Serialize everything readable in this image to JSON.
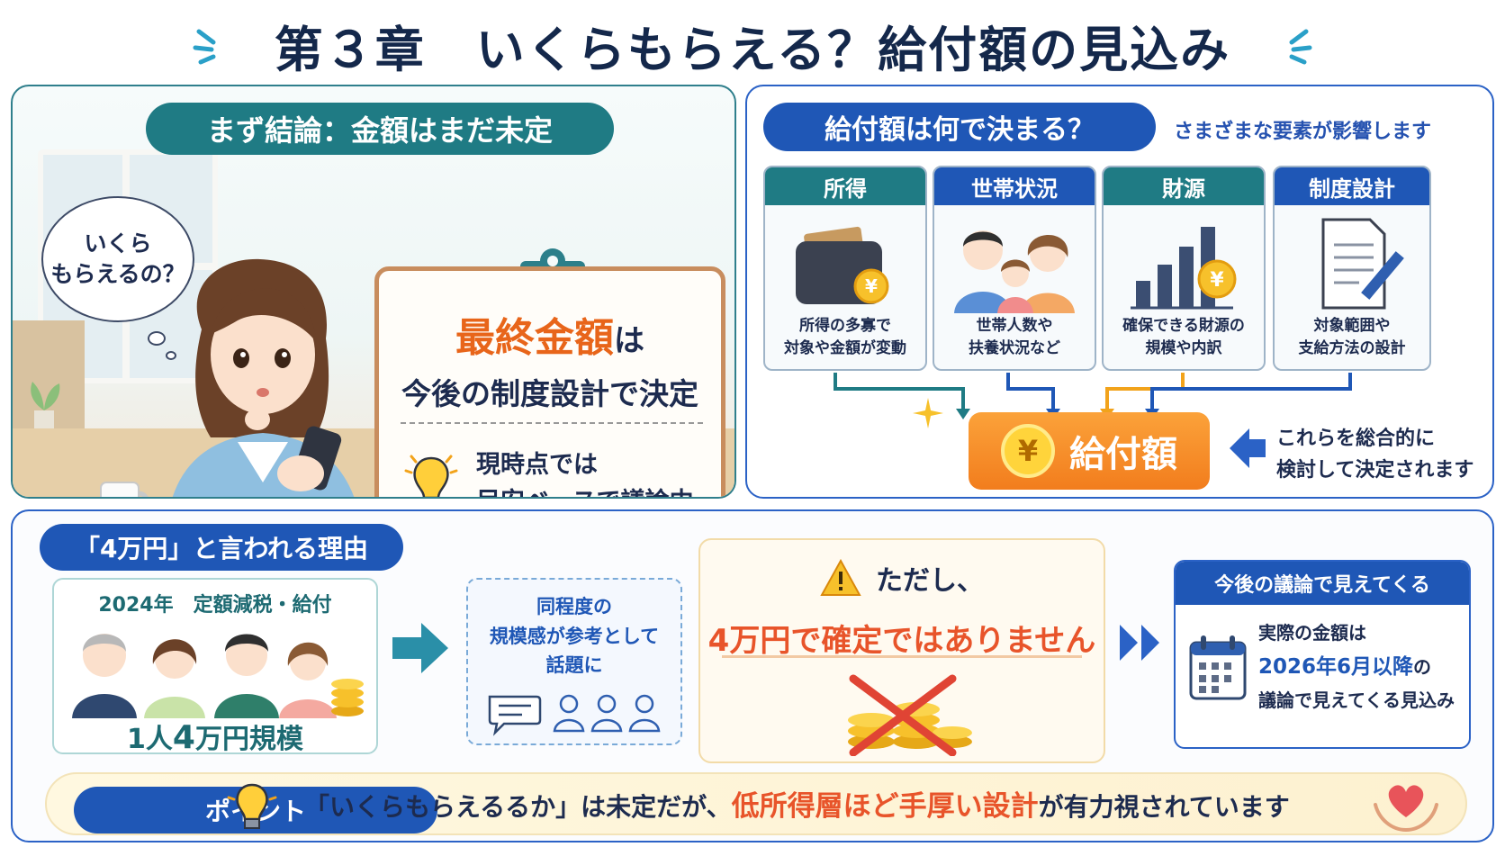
{
  "title": "第３章　いくらもらえる？給付額の見込み",
  "left_panel": {
    "header": "まず結論：金額はまだ未定",
    "thought_line1": "いくら",
    "thought_line2": "もらえるの？",
    "board_highlight": "最終金額",
    "board_particle": "は",
    "board_line2": "今後の制度設計で決定",
    "board_note_line1": "現時点では",
    "board_note_line2": "目安ベースで議論中"
  },
  "right_panel": {
    "header": "給付額は何で決まる？",
    "subtitle": "さまざまな要素が影響します",
    "factors": [
      {
        "title": "所得",
        "desc1": "所得の多寡で",
        "desc2": "対象や金額が変動",
        "icon": "wallet-icon",
        "color": "#1f7b84"
      },
      {
        "title": "世帯状況",
        "desc1": "世帯人数や",
        "desc2": "扶養状況など",
        "icon": "family-icon",
        "color": "#1f57b6"
      },
      {
        "title": "財源",
        "desc1": "確保できる財源の",
        "desc2": "規模や内訳",
        "icon": "bar-chart-icon",
        "color": "#1f7b84"
      },
      {
        "title": "制度設計",
        "desc1": "対象範囲や",
        "desc2": "支給方法の設計",
        "icon": "document-pen-icon",
        "color": "#1f57b6"
      }
    ],
    "yen_symbol": "¥",
    "result_label": "給付額",
    "note_line1": "これらを総合的に",
    "note_line2": "検討して決定されます"
  },
  "bottom_panel": {
    "header": "「4万円」と言われる理由",
    "box1_title": "2024年　定額減税・給付",
    "box1_foot_pre": "1人",
    "box1_foot_num": "4",
    "box1_foot_post": "万円規模",
    "box2_line1": "同程度の",
    "box2_line2": "規模感が参考として",
    "box2_line3": "話題に",
    "box3_head": "ただし、",
    "box3_big": "4万円で確定ではありません",
    "box4_head": "今後の議論で見えてくる",
    "box4_line1": "実際の金額は",
    "box4_highlight": "2026年6月以降",
    "box4_particle": "の",
    "box4_line3": "議論で見えてくる見込み",
    "point_label": "ポイント",
    "point_pre": "「いくらもらえるるか」は未定だが、",
    "point_highlight": "低所得層ほど手厚い設計",
    "point_post": "が有力視されています"
  },
  "colors": {
    "teal": "#1f7b84",
    "blue": "#1f57b6",
    "orange": "#f27d1d",
    "accent_red": "#e8542a",
    "navy_text": "#14284b"
  }
}
